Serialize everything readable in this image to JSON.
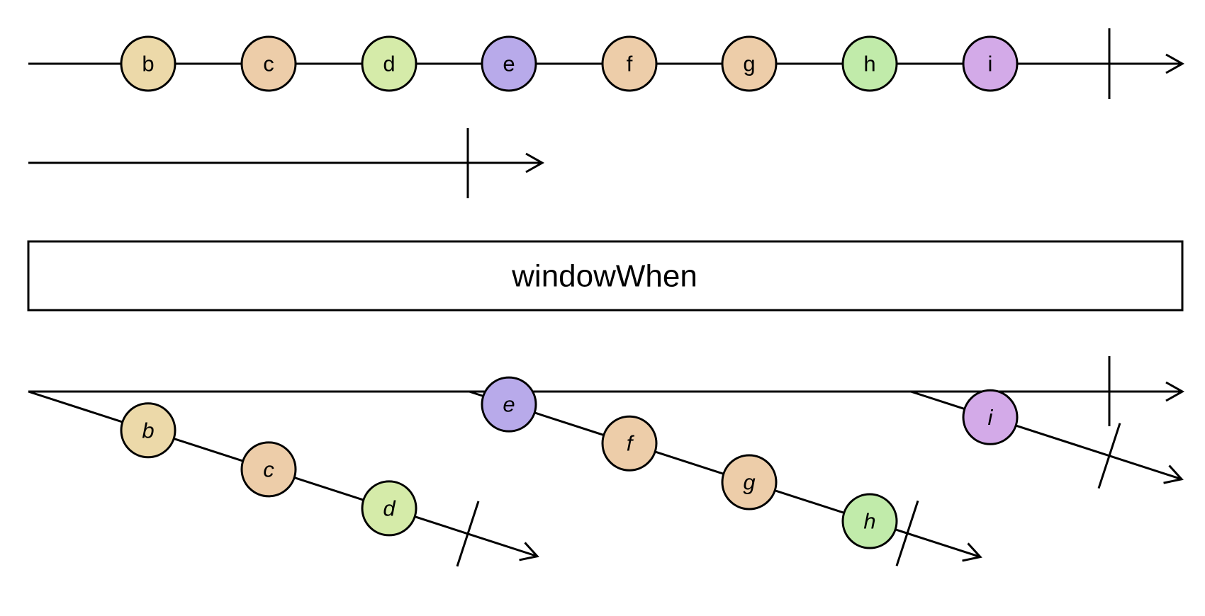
{
  "operator": {
    "name": "windowWhen"
  },
  "source": {
    "marbles": [
      {
        "label": "b",
        "color": "#ecd9a9"
      },
      {
        "label": "c",
        "color": "#edcda9"
      },
      {
        "label": "d",
        "color": "#d5eba9"
      },
      {
        "label": "e",
        "color": "#b8aaea"
      },
      {
        "label": "f",
        "color": "#edcda9"
      },
      {
        "label": "g",
        "color": "#edcda9"
      },
      {
        "label": "h",
        "color": "#c1ebaa"
      },
      {
        "label": "i",
        "color": "#d3aae8"
      }
    ],
    "completes": true
  },
  "closing_notifier": {
    "completes": true
  },
  "windows": [
    {
      "marbles": [
        {
          "label": "b",
          "color": "#ecd9a9"
        },
        {
          "label": "c",
          "color": "#edcda9"
        },
        {
          "label": "d",
          "color": "#d5eba9"
        }
      ],
      "completes": true
    },
    {
      "marbles": [
        {
          "label": "e",
          "color": "#b8aaea"
        },
        {
          "label": "f",
          "color": "#edcda9"
        },
        {
          "label": "g",
          "color": "#edcda9"
        },
        {
          "label": "h",
          "color": "#c1ebaa"
        }
      ],
      "completes": true
    },
    {
      "marbles": [
        {
          "label": "i",
          "color": "#d3aae8"
        }
      ],
      "completes": true
    }
  ],
  "output": {
    "completes": true
  }
}
